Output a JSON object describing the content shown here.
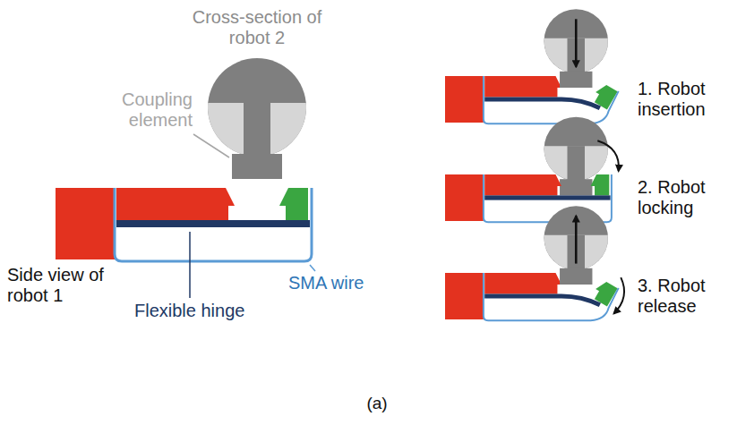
{
  "diagram": {
    "caption": "(a)",
    "labels": [
      "Cross-section of robot 2",
      "Coupling element",
      "Side view of robot 1",
      "Flexible hinge",
      "SMA wire",
      "1. Robot insertion",
      "2. Robot locking",
      "3. Robot release"
    ]
  }
}
